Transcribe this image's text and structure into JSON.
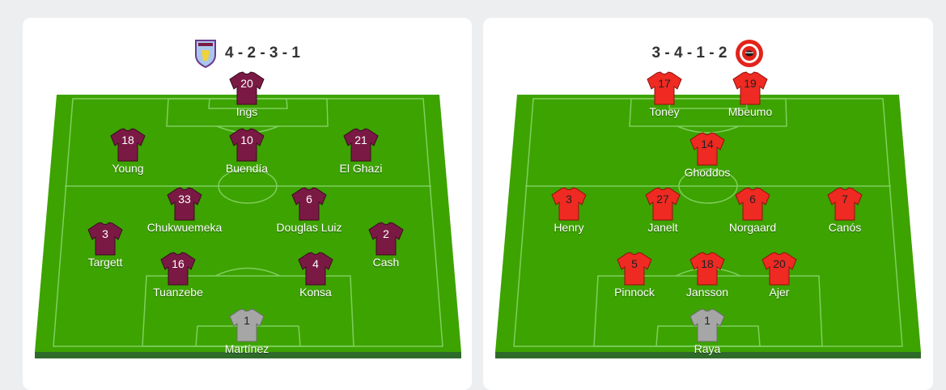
{
  "colors": {
    "background": "#eceef0",
    "pitch": "#3da300",
    "pitch_edge": "#2e6b2a",
    "aston_villa_shirt": "#7a1a44",
    "brentford_shirt": "#ee2a22",
    "goalkeeper_shirt": "#a6a6a6"
  },
  "home": {
    "team_crest": "aston-villa-crest",
    "formation": "4 - 2 - 3 - 1",
    "players": [
      {
        "number": "20",
        "name": "Ings",
        "role": "outfield"
      },
      {
        "number": "18",
        "name": "Young",
        "role": "outfield"
      },
      {
        "number": "10",
        "name": "Buendía",
        "role": "outfield"
      },
      {
        "number": "21",
        "name": "El Ghazi",
        "role": "outfield"
      },
      {
        "number": "33",
        "name": "Chukwuemeka",
        "role": "outfield"
      },
      {
        "number": "6",
        "name": "Douglas Luiz",
        "role": "outfield"
      },
      {
        "number": "3",
        "name": "Targett",
        "role": "outfield"
      },
      {
        "number": "2",
        "name": "Cash",
        "role": "outfield"
      },
      {
        "number": "16",
        "name": "Tuanzebe",
        "role": "outfield"
      },
      {
        "number": "4",
        "name": "Konsa",
        "role": "outfield"
      },
      {
        "number": "1",
        "name": "Martínez",
        "role": "goalkeeper"
      }
    ]
  },
  "away": {
    "team_crest": "brentford-crest",
    "formation": "3 - 4 - 1 - 2",
    "players": [
      {
        "number": "17",
        "name": "Toney",
        "role": "outfield"
      },
      {
        "number": "19",
        "name": "Mbeumo",
        "role": "outfield"
      },
      {
        "number": "14",
        "name": "Ghoddos",
        "role": "outfield"
      },
      {
        "number": "3",
        "name": "Henry",
        "role": "outfield"
      },
      {
        "number": "27",
        "name": "Janelt",
        "role": "outfield"
      },
      {
        "number": "6",
        "name": "Norgaard",
        "role": "outfield"
      },
      {
        "number": "7",
        "name": "Canós",
        "role": "outfield"
      },
      {
        "number": "5",
        "name": "Pinnock",
        "role": "outfield"
      },
      {
        "number": "18",
        "name": "Jansson",
        "role": "outfield"
      },
      {
        "number": "20",
        "name": "Ajer",
        "role": "outfield"
      },
      {
        "number": "1",
        "name": "Raya",
        "role": "goalkeeper"
      }
    ]
  }
}
